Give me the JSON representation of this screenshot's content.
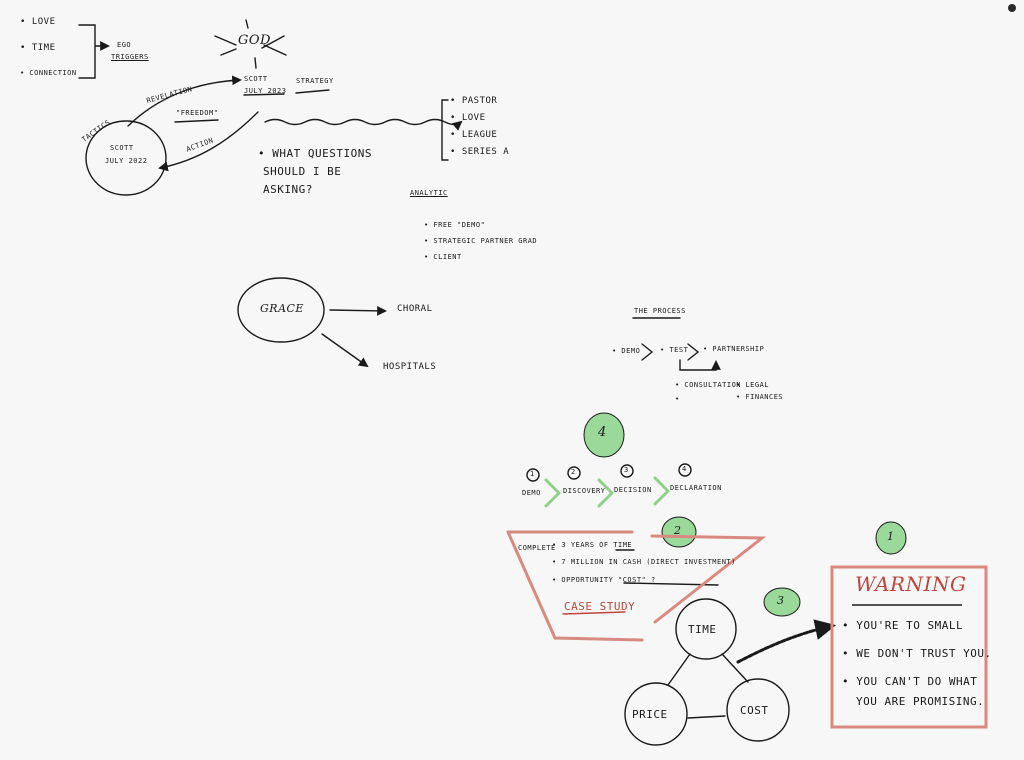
{
  "top_left_list": [
    "• LOVE",
    "• TIME",
    "• CONNECTION"
  ],
  "ego_triggers": [
    "EGO",
    "TRIGGERS"
  ],
  "god": "GOD",
  "scott_now": {
    "name": "SCOTT",
    "date": "JULY 2023"
  },
  "strategy": "STRATEGY",
  "scott_then": {
    "name": "SCOTT",
    "date": "JULY 2022"
  },
  "revelation": "REVELATION",
  "freedom": "\"FREEDOM\"",
  "tactics": "TACTICS",
  "action": "ACTION",
  "question": [
    "• WHAT QUESTIONS",
    "SHOULD I BE",
    "ASKING?"
  ],
  "right_list": [
    "• PASTOR",
    "• LOVE",
    "• LEAGUE",
    "• SERIES A"
  ],
  "analytic": {
    "title": "ANALYTIC",
    "items": [
      "• FREE \"DEMO\"",
      "• STRATEGIC PARTNER GRAD",
      "• CLIENT"
    ]
  },
  "grace": "GRACE",
  "choral": "CHORAL",
  "hospitals": "HOSPITALS",
  "process": {
    "title": "THE PROCESS",
    "steps": [
      "• DEMO",
      "• TEST",
      "• PARTNERSHIP"
    ],
    "sub_left": [
      "• CONSULTATION",
      "•"
    ],
    "sub_right": [
      "• LEGAL",
      "• FINANCES"
    ]
  },
  "stages": {
    "numbers": [
      "1",
      "2",
      "3",
      "4"
    ],
    "labels": [
      "DEMO",
      "DISCOVERY",
      "DECISION",
      "DECLARATION"
    ]
  },
  "green_badges": [
    "4",
    "2",
    "3",
    "1"
  ],
  "case": {
    "prefix": "COMPLETE",
    "lines": [
      "• 3 YEARS OF TIME",
      "• 7 MILLION IN CASH (DIRECT INVESTMENT)",
      "• OPPORTUNITY \"COST\" ?"
    ],
    "case_study": "CASE STUDY"
  },
  "triangle": {
    "top": "TIME",
    "left": "PRICE",
    "right": "COST"
  },
  "warning": {
    "title": "WARNING",
    "items": [
      "• YOU'RE TO SMALL",
      "• WE DON'T TRUST YOU.",
      "• YOU CAN'T DO WHAT",
      "YOU ARE PROMISING."
    ]
  },
  "colors": {
    "ink": "#1a1a1a",
    "green": "#8fd18a",
    "red": "#d98a80"
  }
}
